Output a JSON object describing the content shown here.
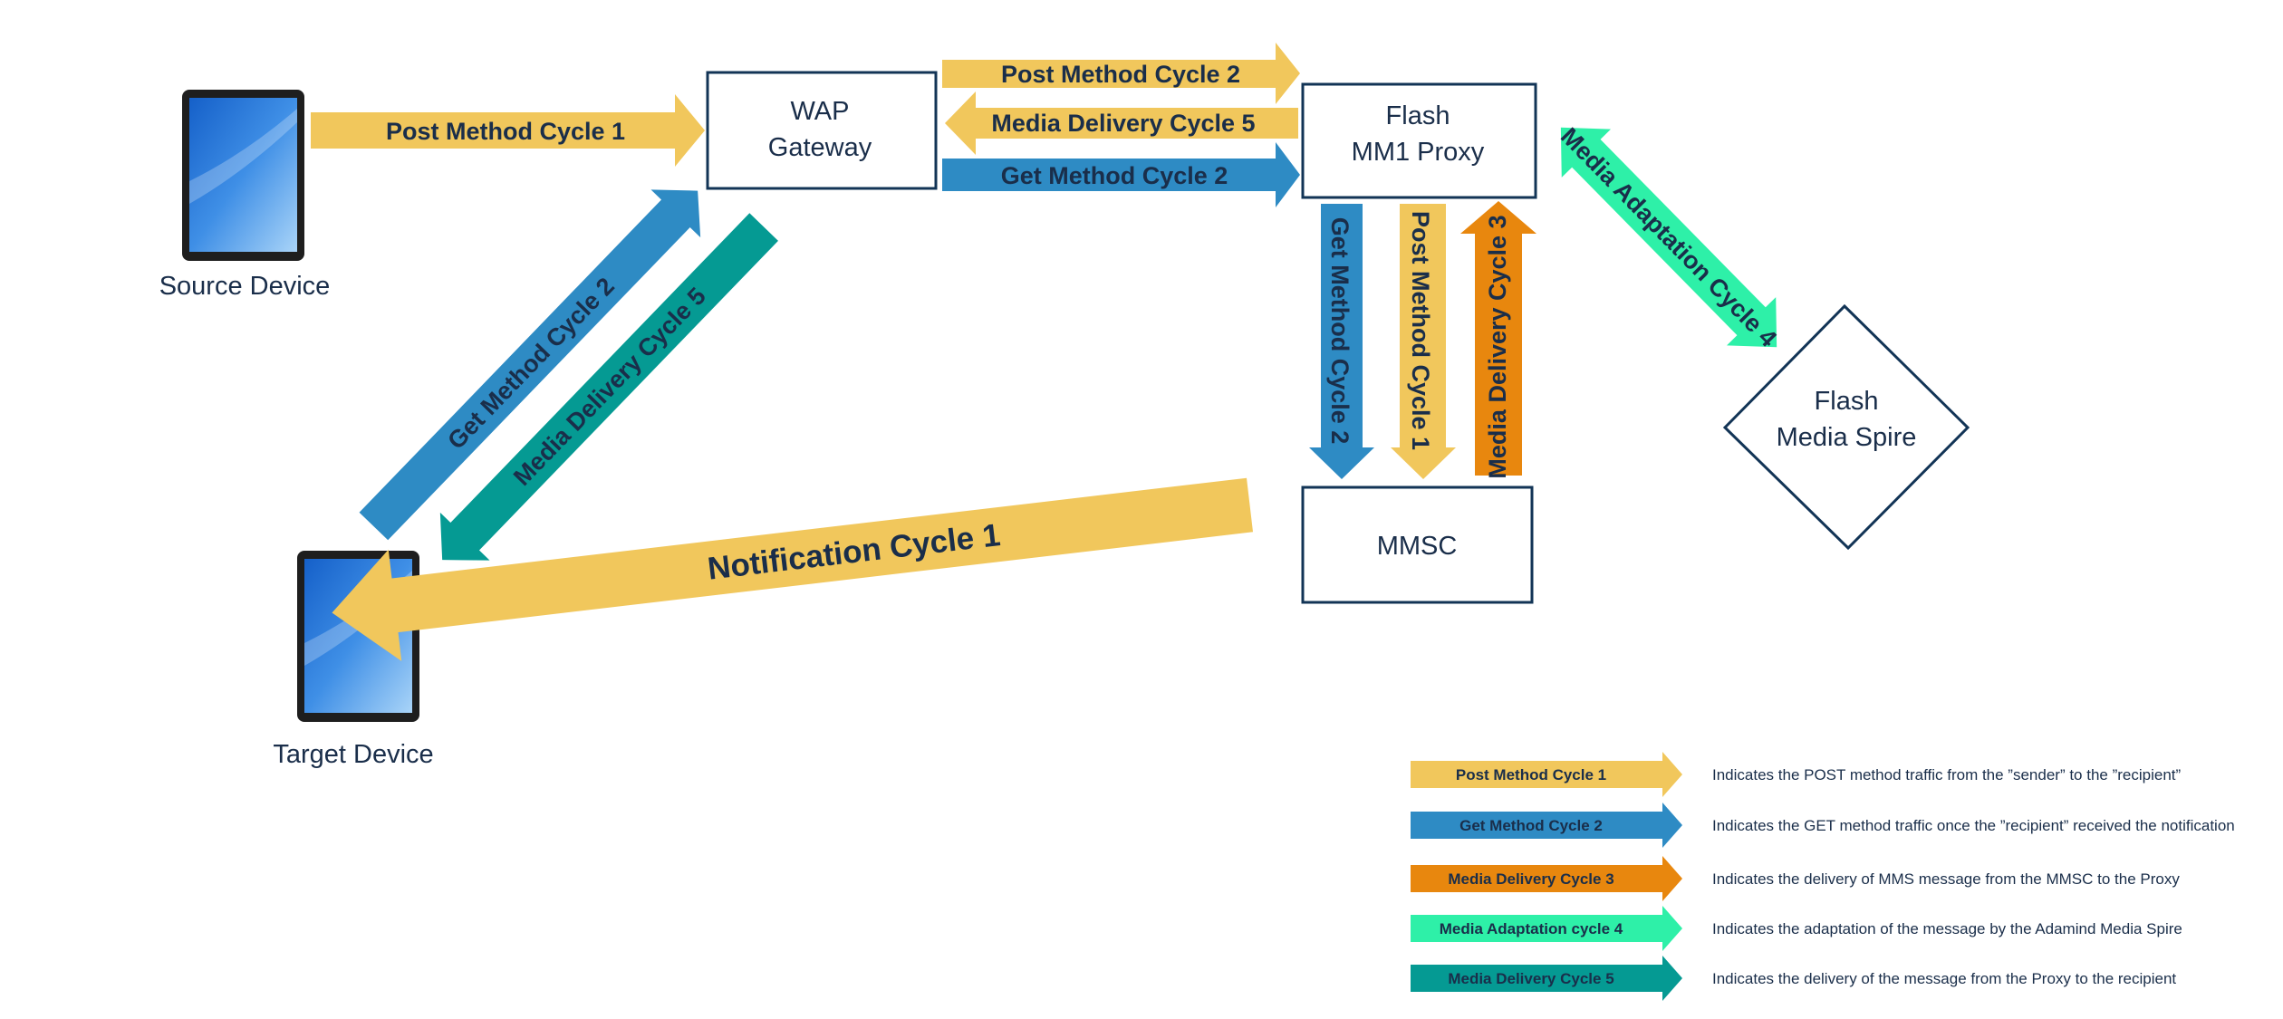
{
  "colors": {
    "post": "#f1c75c",
    "get": "#2e8bc4",
    "delivery3": "#e8870e",
    "adaptation": "#2ef0a8",
    "delivery5": "#059a93",
    "box_border": "#123456",
    "text": "#1a2e4a"
  },
  "nodes": {
    "source_device": {
      "label": "Source Device",
      "icon": "tablet-icon"
    },
    "target_device": {
      "label": "Target Device",
      "icon": "tablet-icon"
    },
    "wap_gateway": {
      "line1": "WAP",
      "line2": "Gateway"
    },
    "flash_proxy": {
      "line1": "Flash",
      "line2": "MM1 Proxy"
    },
    "mmsc": {
      "label": "MMSC"
    },
    "media_spire": {
      "line1": "Flash",
      "line2": "Media Spire"
    }
  },
  "arrows": {
    "source_to_wap_post1": "Post Method Cycle 1",
    "wap_to_proxy_post2": "Post Method Cycle 2",
    "proxy_to_wap_delivery5": "Media Delivery Cycle 5",
    "wap_to_proxy_get2": "Get Method Cycle 2",
    "target_to_wap_get2": "Get Method Cycle 2",
    "wap_to_target_delivery5": "Media Delivery Cycle 5",
    "proxy_to_mmsc_get2": "Get Method Cycle 2",
    "proxy_to_mmsc_post1": "Post Method Cycle 1",
    "mmsc_to_proxy_delivery3": "Media Delivery Cycle 3",
    "proxy_spire_adaptation4": "Media Adaptation Cycle 4",
    "mmsc_to_target_notification1": "Notification Cycle 1"
  },
  "legend": [
    {
      "label": "Post Method Cycle 1",
      "color": "#f1c75c",
      "description": "Indicates the POST method traffic from the ”sender” to the ”recipient”"
    },
    {
      "label": "Get Method Cycle 2",
      "color": "#2e8bc4",
      "description": "Indicates the GET method traffic once the ”recipient” received the notification"
    },
    {
      "label": "Media Delivery Cycle 3",
      "color": "#e8870e",
      "description": "Indicates the delivery of MMS message from the MMSC to the Proxy"
    },
    {
      "label": "Media Adaptation cycle 4",
      "color": "#2ef0a8",
      "description": "Indicates the adaptation of the message by the Adamind Media Spire"
    },
    {
      "label": "Media Delivery Cycle 5",
      "color": "#059a93",
      "description": "Indicates the delivery of the message from the Proxy to the recipient"
    }
  ]
}
